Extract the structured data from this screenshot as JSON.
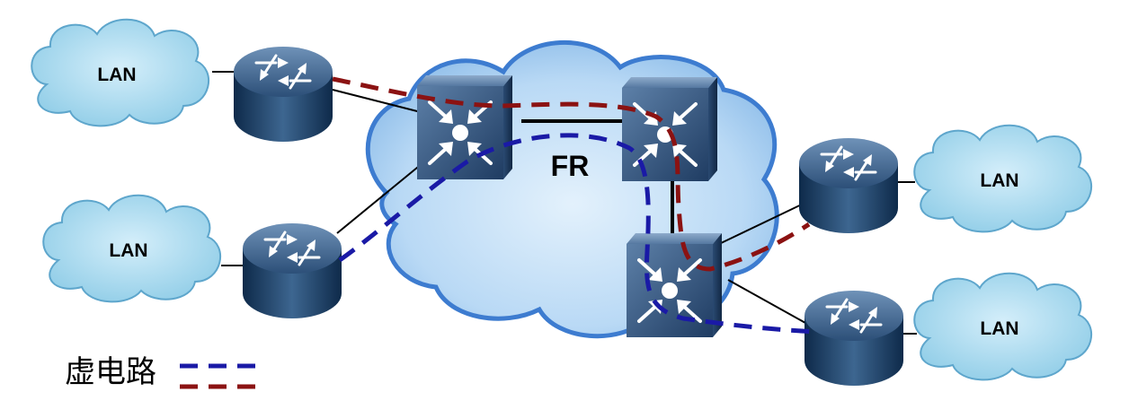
{
  "diagram": {
    "network_label": "FR",
    "lans": [
      {
        "label": "LAN"
      },
      {
        "label": "LAN"
      },
      {
        "label": "LAN"
      },
      {
        "label": "LAN"
      }
    ],
    "legend": {
      "label": "虚电路",
      "blue_color": "#1a1aa6",
      "red_color": "#8b1212"
    },
    "icons": {
      "router": "router-icon",
      "switch": "frame-relay-switch-icon",
      "cloud": "cloud-icon"
    }
  }
}
